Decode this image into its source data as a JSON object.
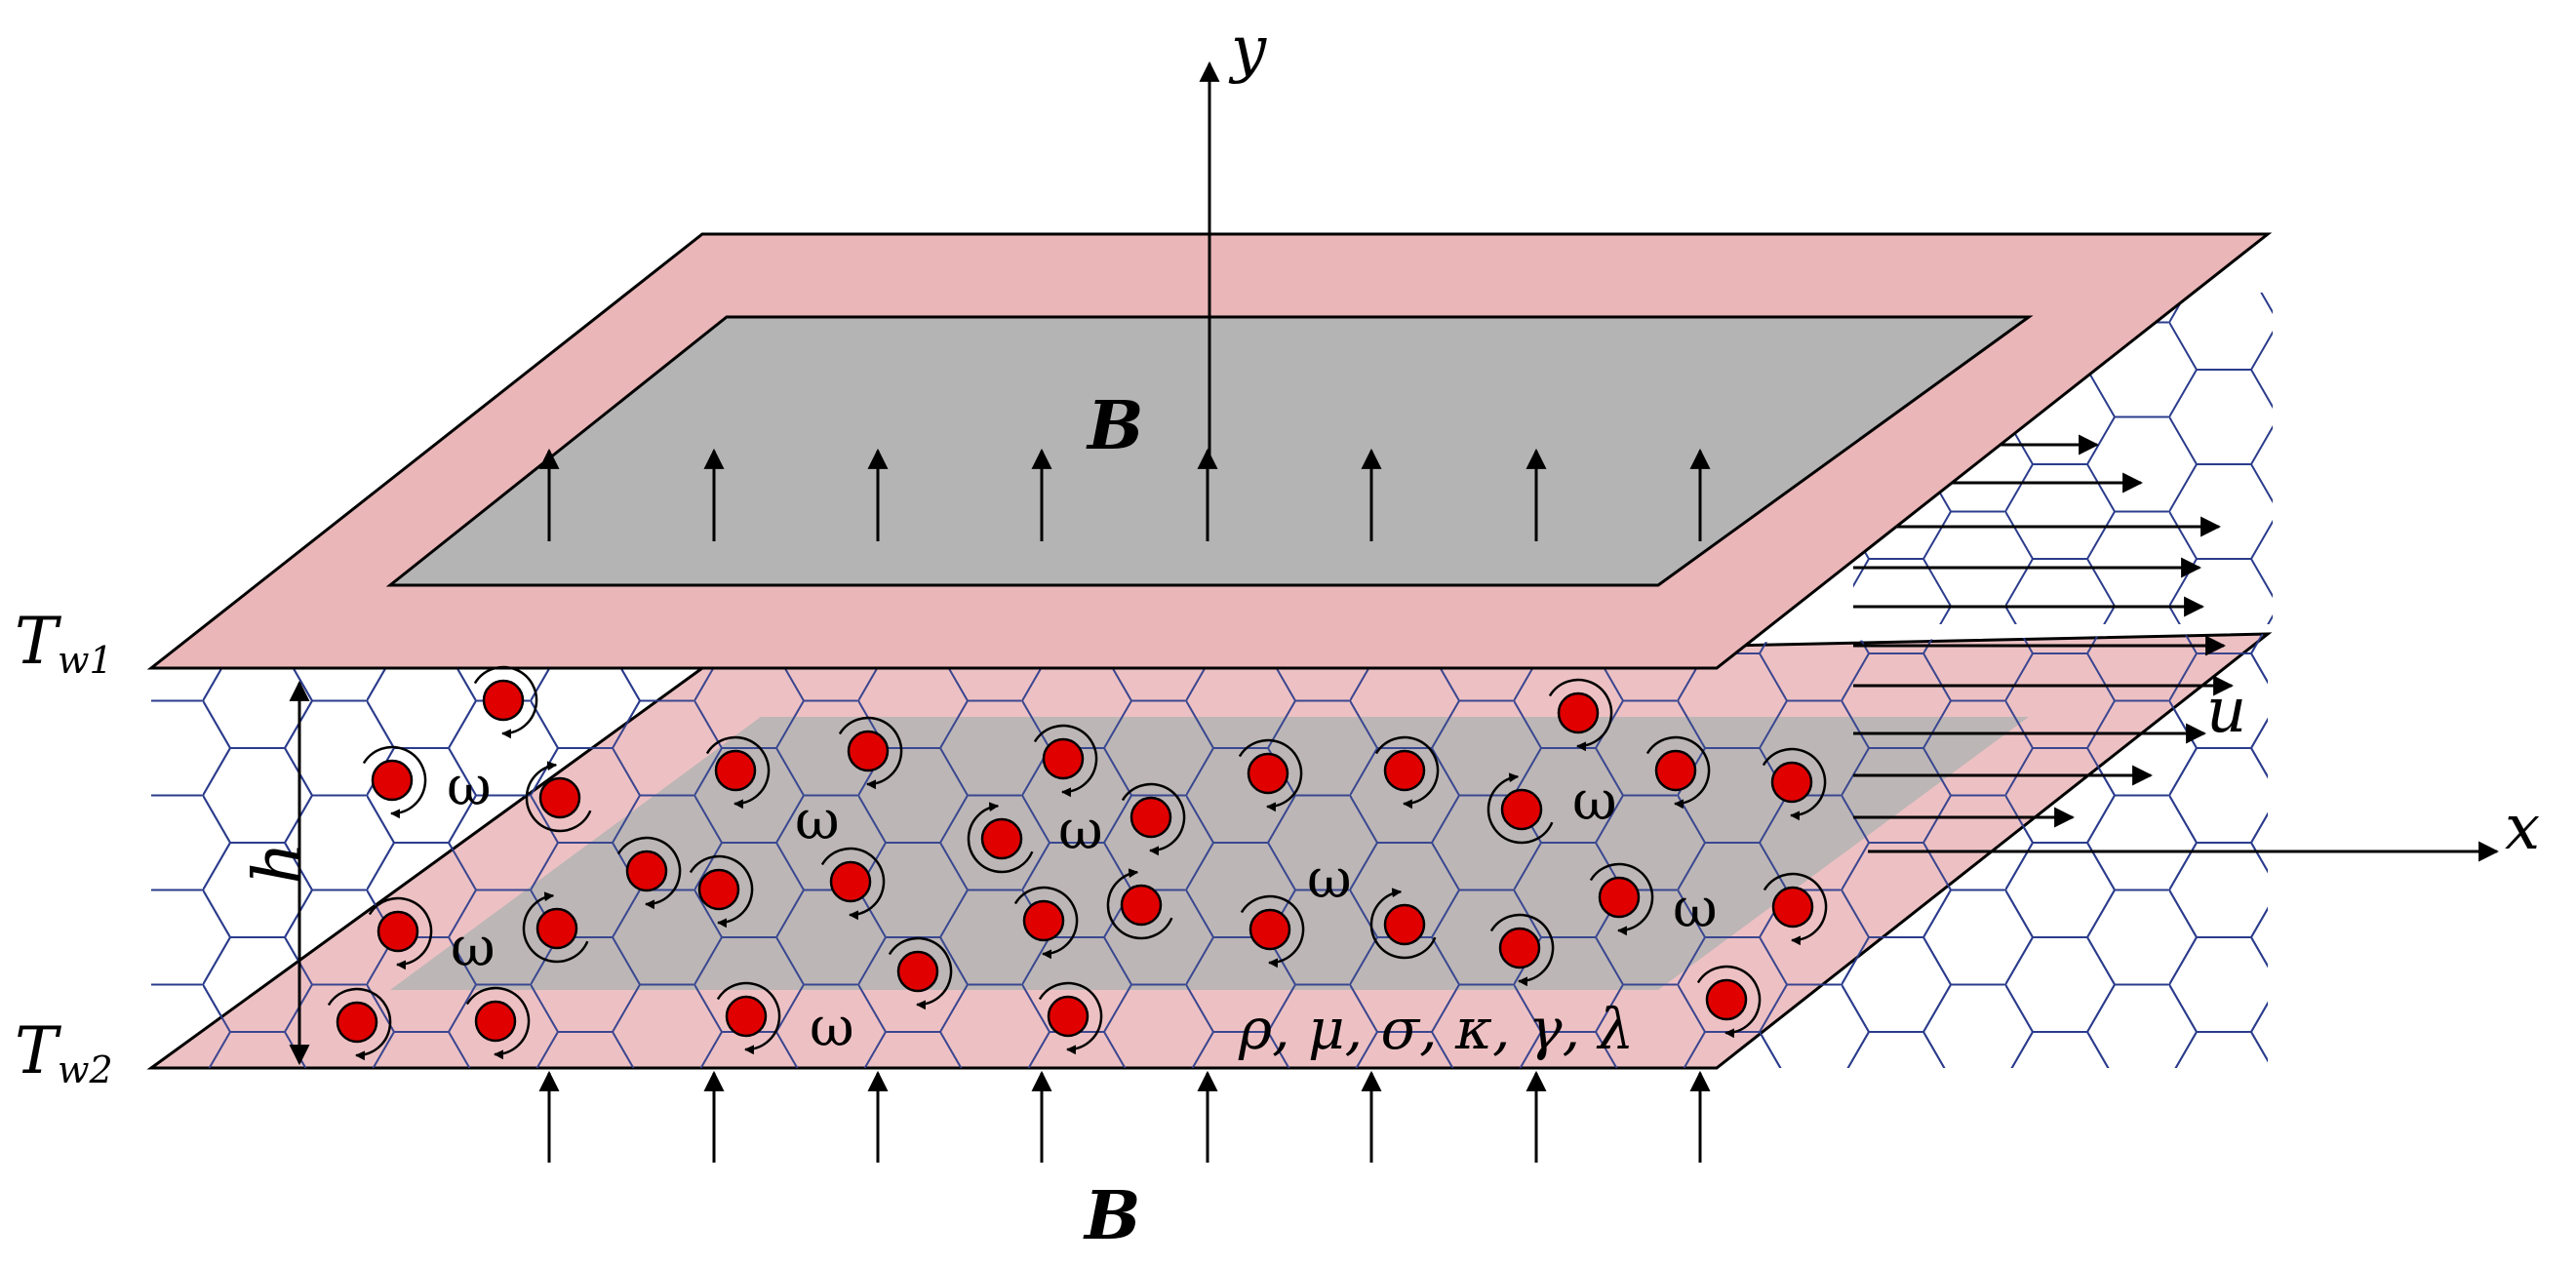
{
  "labels": {
    "axis_y": "y",
    "axis_x": "x",
    "velocity": "u",
    "field_top": "B",
    "field_bottom": "B",
    "height": "h",
    "temp_top_main": "T",
    "temp_top_sub": "w1",
    "temp_bottom_main": "T",
    "temp_bottom_sub": "w2",
    "rotation_symbol": "ω",
    "properties": "ρ, μ, σ, κ, γ, λ"
  },
  "colors": {
    "plate_pink": "#eab6b8",
    "plate_gray": "#b4b4b4",
    "hex_lines": "#2b3c8c",
    "particle_red": "#e00000",
    "stroke": "#000000"
  }
}
